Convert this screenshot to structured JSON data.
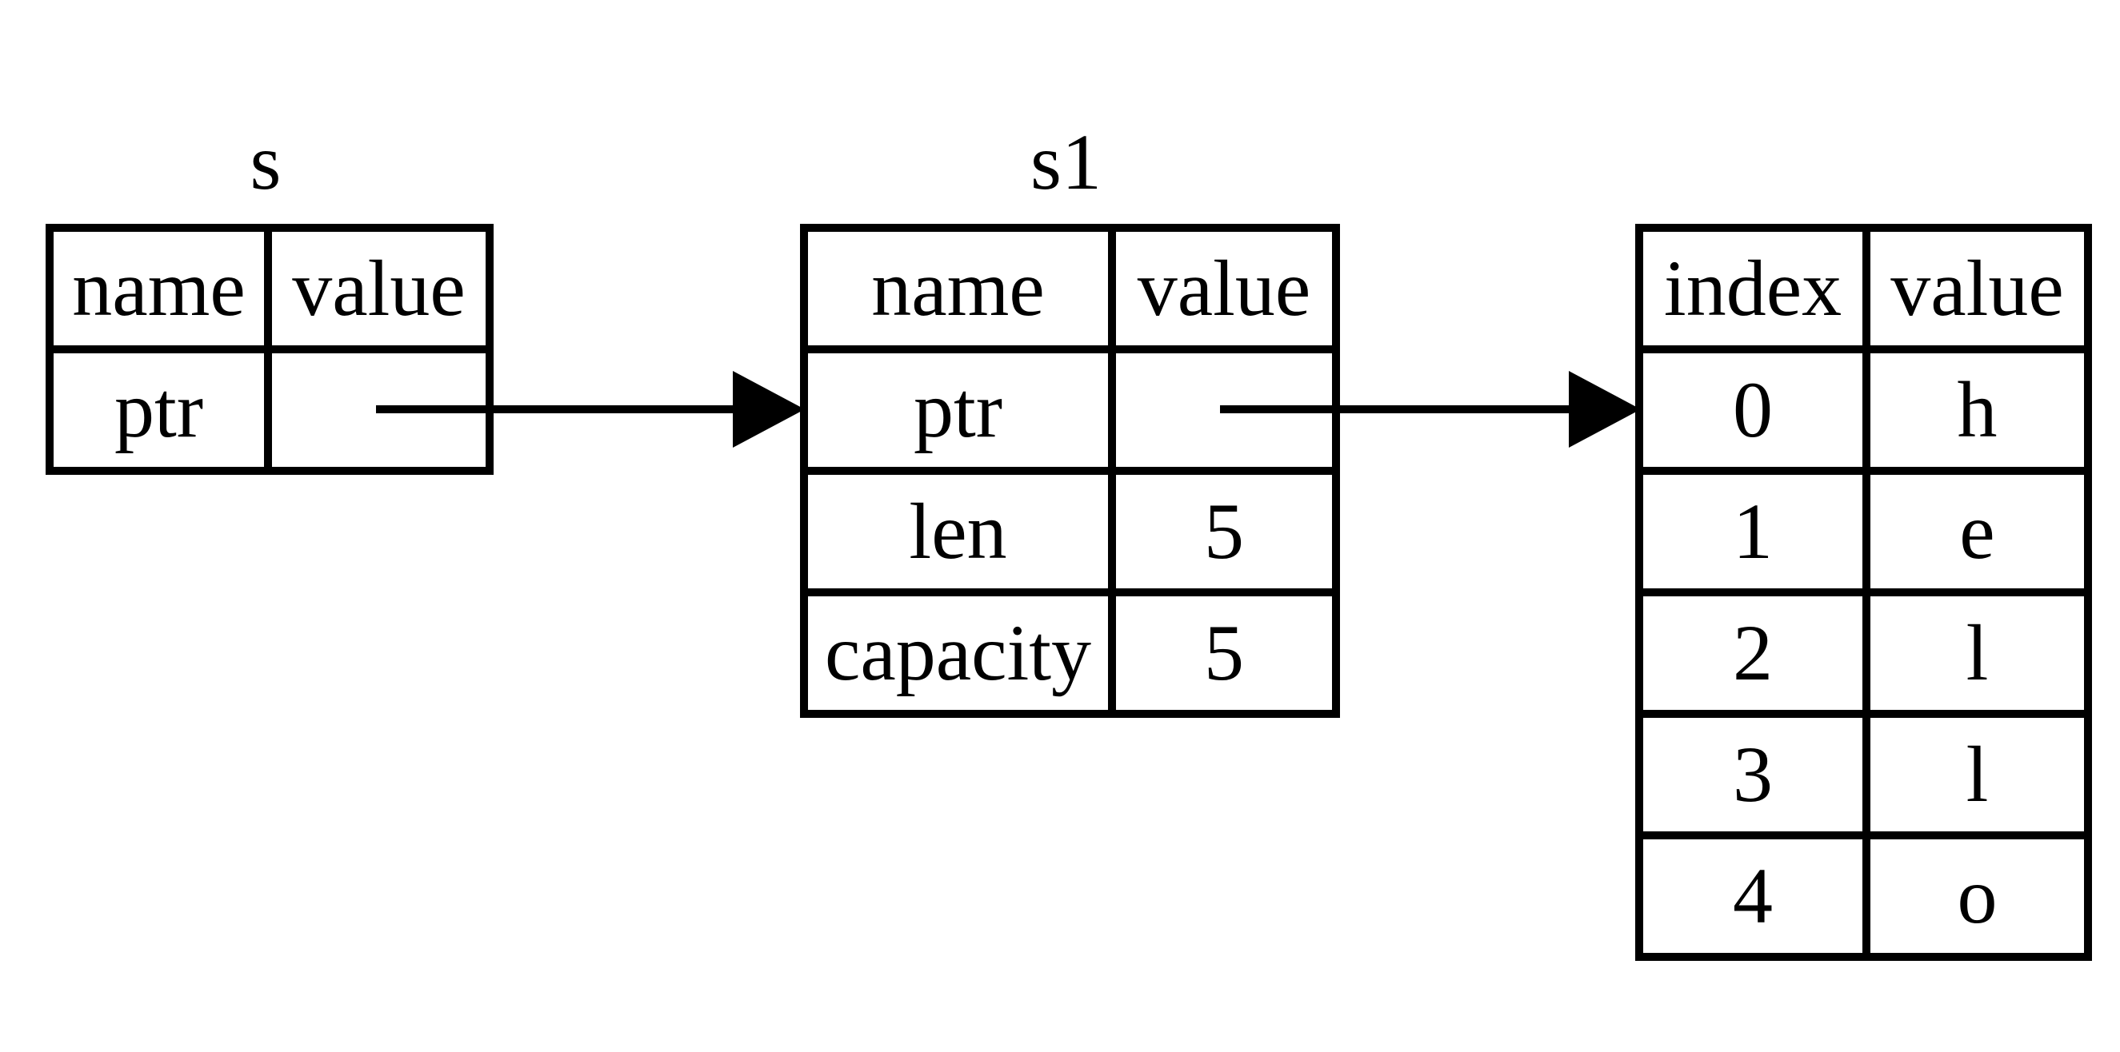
{
  "canvas": {
    "background_color": "#ffffff",
    "line_color": "#000000"
  },
  "tables": {
    "s": {
      "title": "s",
      "headers": [
        "name",
        "value"
      ],
      "rows": [
        [
          "ptr",
          ""
        ]
      ]
    },
    "s1": {
      "title": "s1",
      "headers": [
        "name",
        "value"
      ],
      "rows": [
        [
          "ptr",
          ""
        ],
        [
          "len",
          "5"
        ],
        [
          "capacity",
          "5"
        ]
      ]
    },
    "heap": {
      "headers": [
        "index",
        "value"
      ],
      "rows": [
        [
          "0",
          "h"
        ],
        [
          "1",
          "e"
        ],
        [
          "2",
          "l"
        ],
        [
          "3",
          "l"
        ],
        [
          "4",
          "o"
        ]
      ]
    }
  },
  "arrows": [
    {
      "name": "s-ptr-to-s1",
      "from": "s.ptr.value",
      "to": "s1.left-edge"
    },
    {
      "name": "s1-ptr-to-heap",
      "from": "s1.ptr.value",
      "to": "heap.row-0"
    }
  ]
}
